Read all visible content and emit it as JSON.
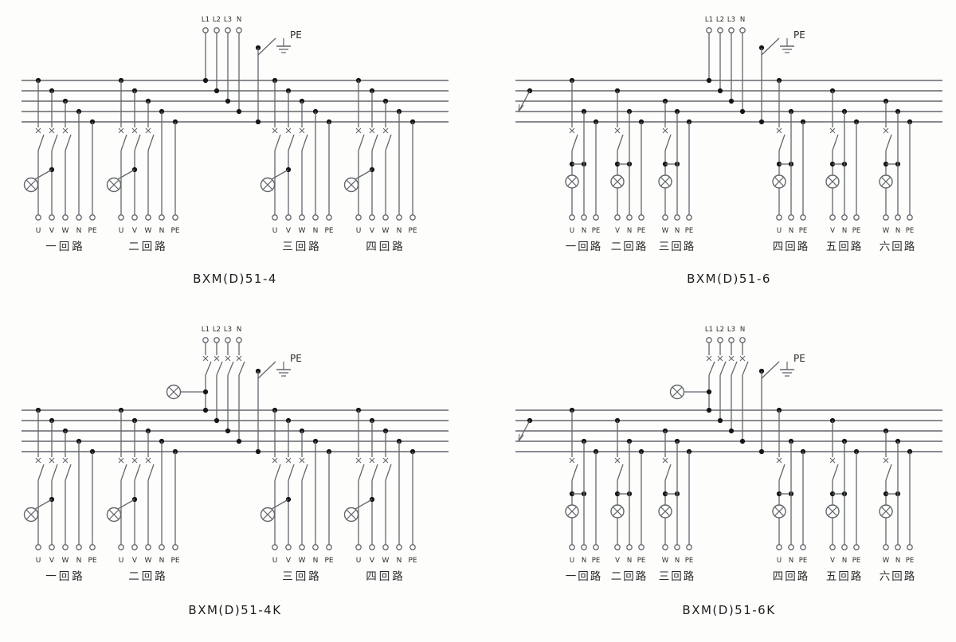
{
  "sheet": {
    "background": "#fdfdfc"
  },
  "colors": {
    "wire": "#63676b",
    "junction": "#151515",
    "text": "#2b2b2b"
  },
  "panels": [
    {
      "id": "bxm-d-51-4",
      "title": "BXM(D)51-4",
      "type": "four",
      "k": false,
      "incoming": [
        "L1",
        "L2",
        "L3",
        "N"
      ],
      "pe_label": "PE",
      "circuits": [
        {
          "terminals": [
            "U",
            "V",
            "W",
            "N",
            "PE"
          ],
          "label": "一回路"
        },
        {
          "terminals": [
            "U",
            "V",
            "W",
            "N",
            "PE"
          ],
          "label": "二回路"
        },
        {
          "terminals": [
            "U",
            "V",
            "W",
            "N",
            "PE"
          ],
          "label": "三回路"
        },
        {
          "terminals": [
            "U",
            "V",
            "W",
            "N",
            "PE"
          ],
          "label": "四回路"
        }
      ]
    },
    {
      "id": "bxm-d-51-6",
      "title": "BXM(D)51-6",
      "type": "six",
      "k": false,
      "incoming": [
        "L1",
        "L2",
        "L3",
        "N"
      ],
      "pe_label": "PE",
      "circuits": [
        {
          "terminals": [
            "U",
            "N",
            "PE"
          ],
          "label": "一回路",
          "phase": 0
        },
        {
          "terminals": [
            "V",
            "N",
            "PE"
          ],
          "label": "二回路",
          "phase": 1
        },
        {
          "terminals": [
            "W",
            "N",
            "PE"
          ],
          "label": "三回路",
          "phase": 2
        },
        {
          "terminals": [
            "U",
            "N",
            "PE"
          ],
          "label": "四回路",
          "phase": 0
        },
        {
          "terminals": [
            "V",
            "N",
            "PE"
          ],
          "label": "五回路",
          "phase": 1
        },
        {
          "terminals": [
            "W",
            "N",
            "PE"
          ],
          "label": "六回路",
          "phase": 2
        }
      ]
    },
    {
      "id": "bxm-d-51-4k",
      "title": "BXM(D)51-4K",
      "type": "four",
      "k": true,
      "incoming": [
        "L1",
        "L2",
        "L3",
        "N"
      ],
      "pe_label": "PE",
      "circuits": [
        {
          "terminals": [
            "U",
            "V",
            "W",
            "N",
            "PE"
          ],
          "label": "一回路"
        },
        {
          "terminals": [
            "U",
            "V",
            "W",
            "N",
            "PE"
          ],
          "label": "二回路"
        },
        {
          "terminals": [
            "U",
            "V",
            "W",
            "N",
            "PE"
          ],
          "label": "三回路"
        },
        {
          "terminals": [
            "U",
            "V",
            "W",
            "N",
            "PE"
          ],
          "label": "四回路"
        }
      ]
    },
    {
      "id": "bxm-d-51-6k",
      "title": "BXM(D)51-6K",
      "type": "six",
      "k": true,
      "incoming": [
        "L1",
        "L2",
        "L3",
        "N"
      ],
      "pe_label": "PE",
      "circuits": [
        {
          "terminals": [
            "U",
            "N",
            "PE"
          ],
          "label": "一回路",
          "phase": 0
        },
        {
          "terminals": [
            "V",
            "N",
            "PE"
          ],
          "label": "二回路",
          "phase": 1
        },
        {
          "terminals": [
            "W",
            "N",
            "PE"
          ],
          "label": "三回路",
          "phase": 2
        },
        {
          "terminals": [
            "U",
            "N",
            "PE"
          ],
          "label": "四回路",
          "phase": 0
        },
        {
          "terminals": [
            "V",
            "N",
            "PE"
          ],
          "label": "五回路",
          "phase": 1
        },
        {
          "terminals": [
            "W",
            "N",
            "PE"
          ],
          "label": "六回路",
          "phase": 2
        }
      ]
    }
  ]
}
